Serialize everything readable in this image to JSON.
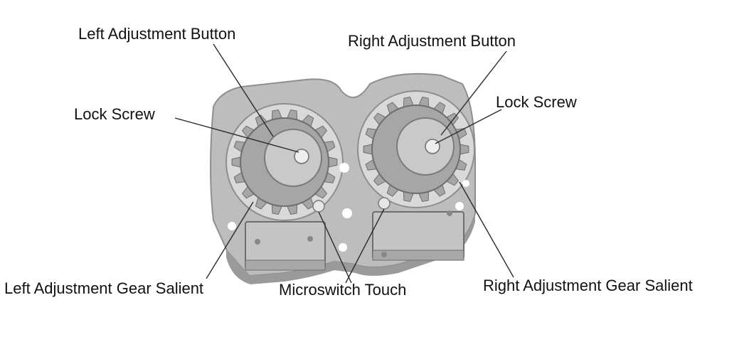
{
  "labels": {
    "left_adjustment_button": "Left Adjustment Button",
    "right_adjustment_button": "Right Adjustment Button",
    "lock_screw_left": "Lock Screw",
    "lock_screw_right": "Lock Screw",
    "left_adjustment_gear_salient": "Left Adjustment Gear Salient",
    "microswitch_touch": "Microswitch Touch",
    "right_adjustment_gear_salient": "Right Adjustment Gear Salient"
  },
  "colors": {
    "plate": "#bdbdbd",
    "plate_edge": "#8e8e8e",
    "gear": "#a6a6a6",
    "gear_hub": "#c9c9c9",
    "switch": "#c4c4c4",
    "leader": "#2a2a2a",
    "text": "#111111"
  }
}
